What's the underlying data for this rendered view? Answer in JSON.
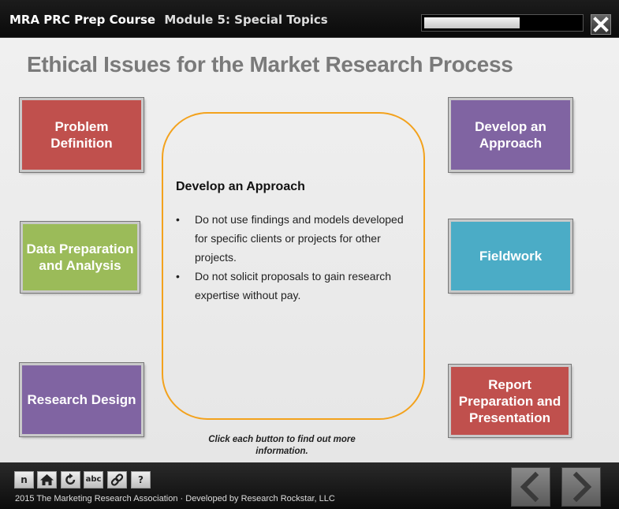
{
  "header": {
    "course": "MRA PRC Prep Course",
    "module": "Module 5:  Special Topics",
    "progress_percent": 61
  },
  "slide": {
    "title": "Ethical Issues for the Market Research Process",
    "tiles": [
      {
        "label": "Problem\nDefinition",
        "color": "#c0504d"
      },
      {
        "label": "Data Preparation\nand Analysis",
        "color": "#9bbb59"
      },
      {
        "label": "Research Design",
        "color": "#8064a2"
      },
      {
        "label": "Develop an\nApproach",
        "color": "#8064a2"
      },
      {
        "label": "Fieldwork",
        "color": "#4bacc6"
      },
      {
        "label": "Report\nPreparation and\nPresentation",
        "color": "#c0504d"
      }
    ],
    "info": {
      "heading": "Develop an Approach",
      "bullet_glyph": "•",
      "bullets": [
        "Do not use findings and models developed for specific clients or projects for other projects.",
        "Do not solicit proposals to gain research expertise without pay."
      ],
      "border_color": "#f3a21d"
    },
    "hint": "Click each button to find out more information."
  },
  "footer": {
    "buttons": [
      "n",
      "home-icon",
      "refresh-icon",
      "abc",
      "link-icon",
      "?"
    ],
    "notes_label": "n",
    "glossary_label": "abc",
    "help_label": "?",
    "credit": "2015 The Marketing Research Association · Developed by Research Rockstar, LLC"
  }
}
